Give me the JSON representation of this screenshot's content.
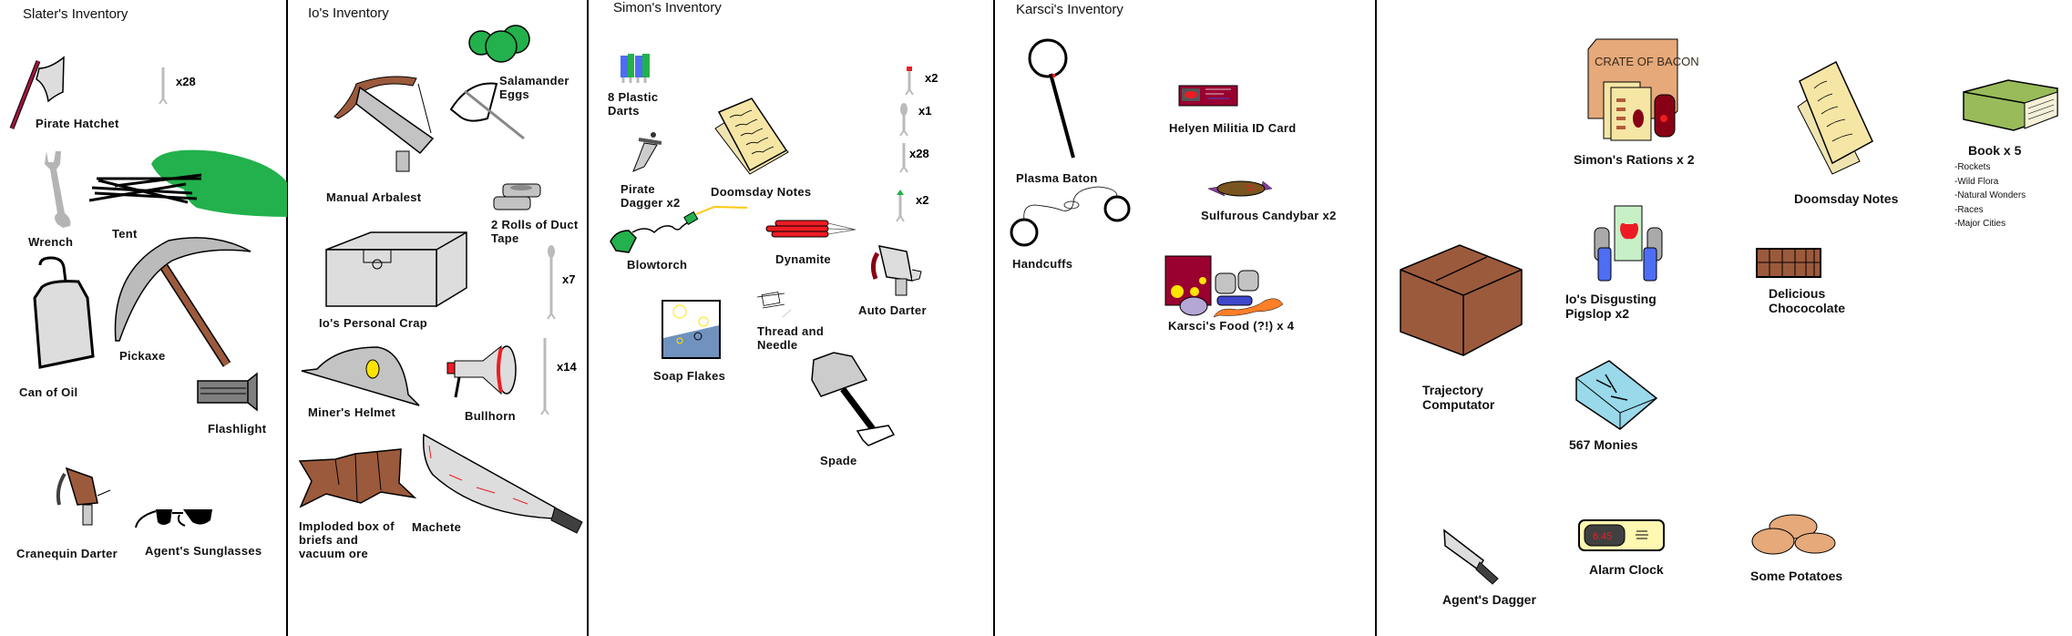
{
  "sections": [
    {
      "title": "Slater's Inventory",
      "items": [
        {
          "label": "Pirate Hatchet"
        },
        {
          "label": "Wrench"
        },
        {
          "label": "Tent"
        },
        {
          "label": "Can of Oil"
        },
        {
          "label": "Pickaxe"
        },
        {
          "label": "Flashlight"
        },
        {
          "label": "Cranequin Darter"
        },
        {
          "label": "Agent's Sunglasses"
        }
      ],
      "counts": [
        "x28"
      ]
    },
    {
      "title": "Io's Inventory",
      "items": [
        {
          "label": "Salamander Eggs"
        },
        {
          "label": "Manual Arbalest"
        },
        {
          "label": "2 Rolls of Duct Tape"
        },
        {
          "label": "Io's Personal Crap"
        },
        {
          "label": "Miner's Helmet"
        },
        {
          "label": "Bullhorn"
        },
        {
          "label": "Imploded box of briefs and vacuum ore"
        },
        {
          "label": "Machete"
        }
      ],
      "counts": [
        "x7",
        "x14"
      ]
    },
    {
      "title": "Simon's Inventory",
      "items": [
        {
          "label": "8 Plastic Darts"
        },
        {
          "label": "Pirate Dagger x2"
        },
        {
          "label": "Doomsday Notes"
        },
        {
          "label": "Blowtorch"
        },
        {
          "label": "Dynamite"
        },
        {
          "label": "Auto Darter"
        },
        {
          "label": "Soap Flakes"
        },
        {
          "label": "Thread and Needle"
        },
        {
          "label": "Spade"
        }
      ],
      "counts": [
        "x2",
        "x1",
        "x28",
        "x2"
      ]
    },
    {
      "title": "Karsci's Inventory",
      "items": [
        {
          "label": "Plasma Baton"
        },
        {
          "label": "Helyen Militia ID Card"
        },
        {
          "label": "Handcuffs"
        },
        {
          "label": "Sulfurous Candybar x2"
        },
        {
          "label": "Karsci's Food (?!) x 4"
        }
      ]
    },
    {
      "items": [
        {
          "label": "Simon's Rations x 2"
        },
        {
          "label": "Doomsday Notes"
        },
        {
          "label": "Book x 5",
          "sublist": [
            "-Rockets",
            "-Wild Flora",
            "-Natural Wonders",
            "-Races",
            "-Major Cities"
          ]
        },
        {
          "label": "Trajectory Computator"
        },
        {
          "label": "Io's Disgusting Pigslop x2"
        },
        {
          "label": "Delicious Chococolate"
        },
        {
          "label": "567 Monies"
        },
        {
          "label": "Agent's Dagger"
        },
        {
          "label": "Alarm Clock"
        },
        {
          "label": "Some Potatoes"
        }
      ],
      "crate_text": "CRATE OF BACON",
      "clock_time": "6:45"
    }
  ],
  "colors": {
    "green": "#22b14c",
    "brown": "#9c5a3c",
    "gray": "#c3c3c3",
    "red": "#ed1c24",
    "maroon": "#880015"
  }
}
